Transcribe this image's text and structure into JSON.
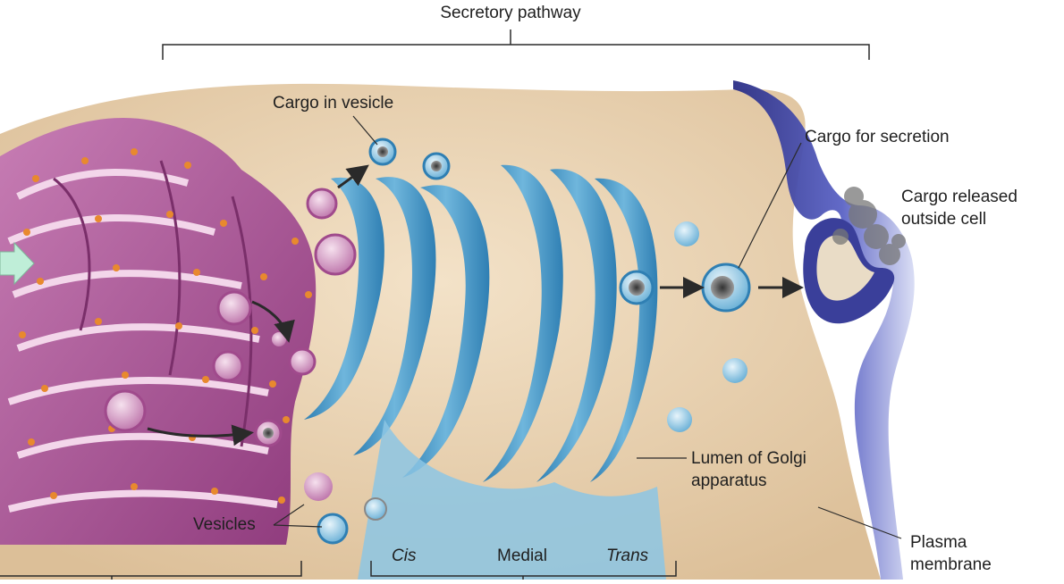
{
  "labels": {
    "secretory_pathway": "Secretory pathway",
    "cargo_in_vesicle": "Cargo in vesicle",
    "cargo_for_secretion": "Cargo for secretion",
    "cargo_released_line1": "Cargo released",
    "cargo_released_line2": "outside cell",
    "lumen_line1": "Lumen of Golgi",
    "lumen_line2": "apparatus",
    "vesicles": "Vesicles",
    "cis": "Cis",
    "medial": "Medial",
    "trans": "Trans",
    "plasma_line1": "Plasma",
    "plasma_line2": "membrane"
  },
  "colors": {
    "cytoplasm": "#e8cfae",
    "er": "#b25a9c",
    "er_dark": "#7a2f6a",
    "ribosome": "#e8892e",
    "golgi": "#3f8fc0",
    "golgi_light": "#bfe0f0",
    "membrane": "#3a3f9a",
    "label_text": "#1f1f1f"
  }
}
